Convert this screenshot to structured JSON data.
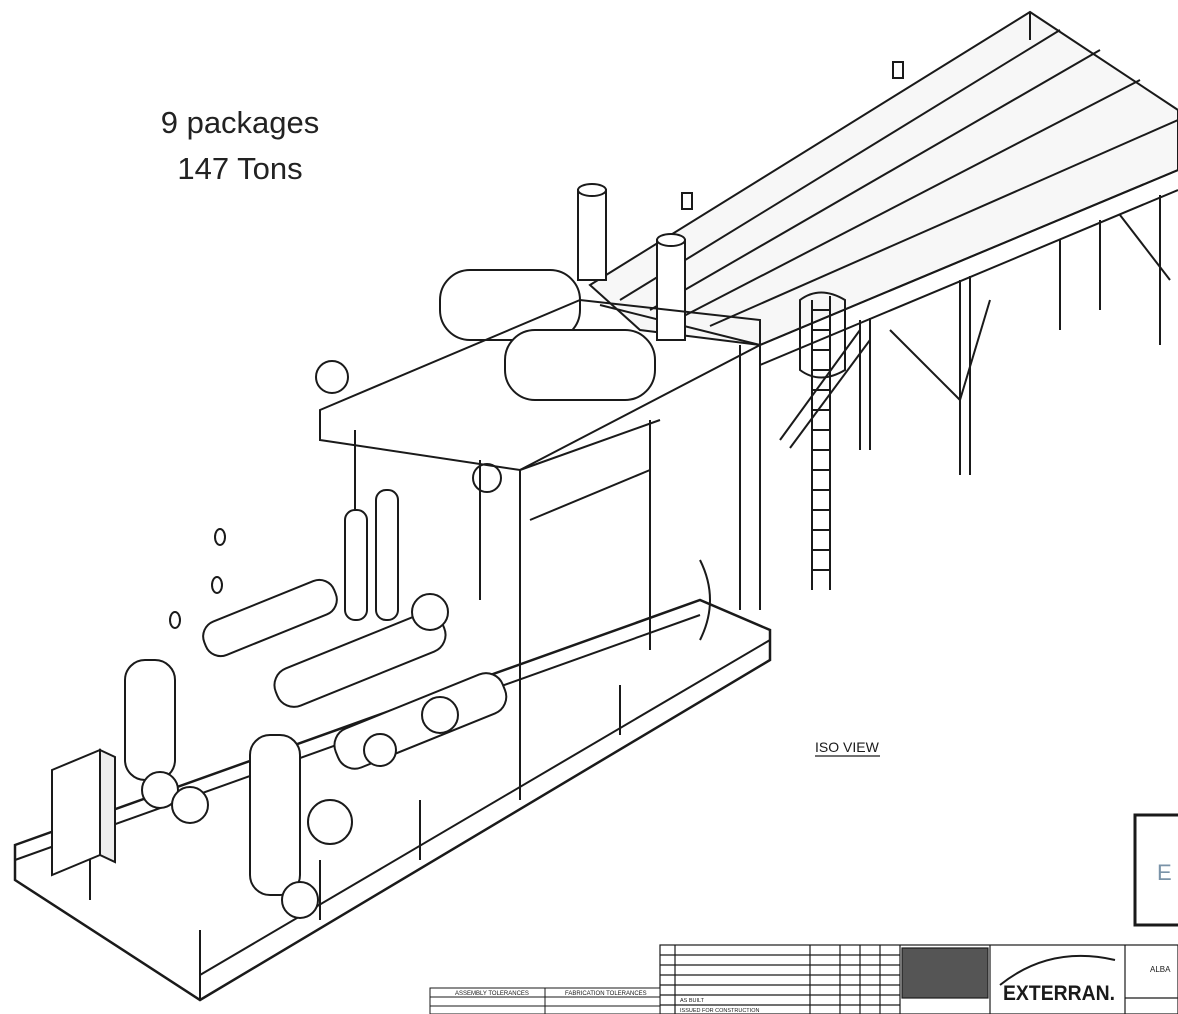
{
  "caption": {
    "line1": "9 packages",
    "line2": "147 Tons"
  },
  "drawing": {
    "view_label": "ISO VIEW",
    "logo_text": "EXTERRAN.",
    "logo_partial": "E",
    "right_block_partial": "ALBA",
    "tolerance_left": "ASSEMBLY TOLERANCES",
    "tolerance_right": "FABRICATION TOLERANCES",
    "revision_row_1": "AS BUILT",
    "revision_row_2": "ISSUED FOR CONSTRUCTION"
  }
}
